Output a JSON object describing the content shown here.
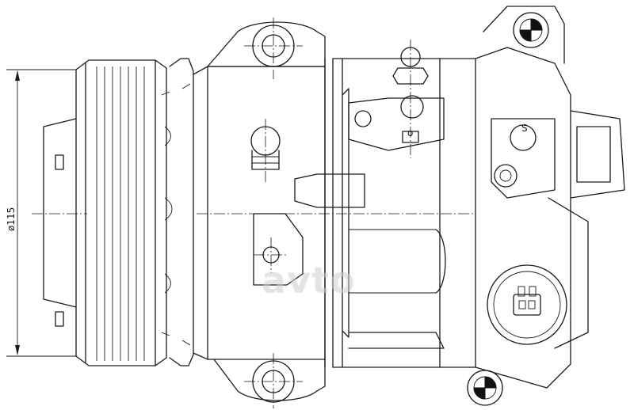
{
  "dimension": {
    "label": "ø115"
  },
  "terminal_label": "S",
  "fill_mark": "o",
  "watermark": "avto"
}
